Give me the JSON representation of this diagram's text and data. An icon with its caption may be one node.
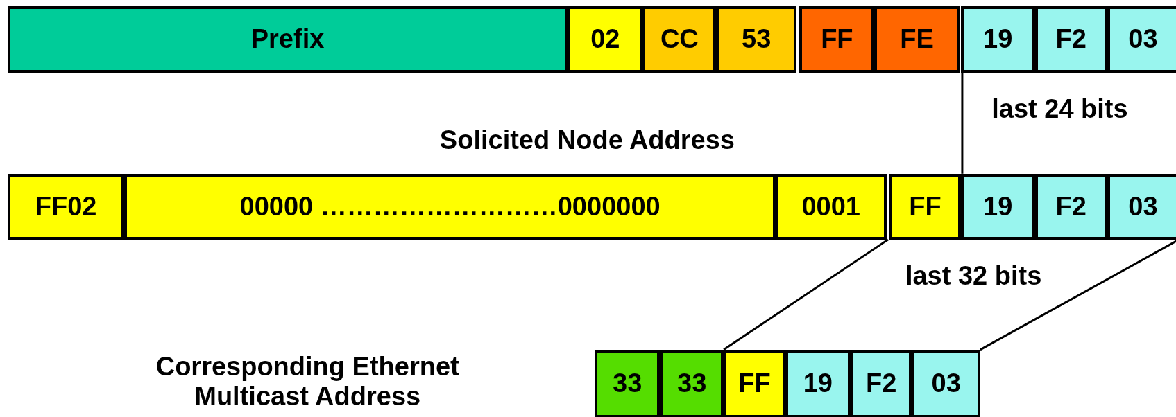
{
  "diagram": {
    "nodes": [
      {
        "text": [
          "Prefix"
        ]
      },
      {
        "text": [
          "02"
        ]
      },
      {
        "text": [
          "CC"
        ]
      },
      {
        "text": [
          "53"
        ]
      },
      {
        "text": [
          "FF"
        ]
      },
      {
        "text": [
          "FE"
        ]
      },
      {
        "text": [
          "19"
        ]
      },
      {
        "text": [
          "F2"
        ]
      },
      {
        "text": [
          "03"
        ]
      },
      {
        "text": [
          "FF02"
        ]
      },
      {
        "text": [
          "00000 ………………………0000000"
        ]
      },
      {
        "text": [
          "0001"
        ]
      },
      {
        "text": [
          "FF"
        ]
      },
      {
        "text": [
          "19"
        ]
      },
      {
        "text": [
          "F2"
        ]
      },
      {
        "text": [
          "03"
        ]
      },
      {
        "text": [
          "33"
        ]
      },
      {
        "text": [
          "33"
        ]
      },
      {
        "text": [
          "FF"
        ]
      },
      {
        "text": [
          "19"
        ]
      },
      {
        "text": [
          "F2"
        ]
      },
      {
        "text": [
          "03"
        ]
      }
    ],
    "edges": [],
    "labels": [
      "last 24 bits",
      "Solicited Node Address",
      "last 32 bits",
      "Corresponding Ethernet Multicast Address"
    ]
  }
}
